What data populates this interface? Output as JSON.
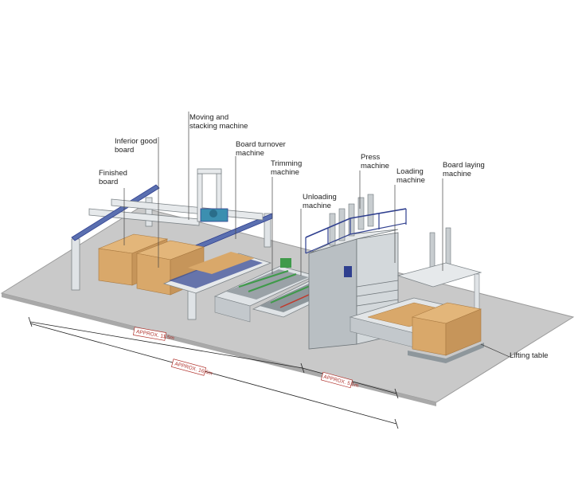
{
  "labels": {
    "finished_board": "Finished\nboard",
    "inferior_good_board": "Inferior good\nboard",
    "moving_and_stacking": "Moving and\nstacking machine",
    "board_turnover": "Board turnover\nmachine",
    "trimming": "Trimming\nmachine",
    "unloading": "Unloading\nmachine",
    "press": "Press\nmachine",
    "loading": "Loading\nmachine",
    "board_laying": "Board laying\nmachine",
    "lifting_table": "Lifting table"
  },
  "dimensions": {
    "d1": "APPROX. 11.5m",
    "d2": "APPROX. 16.6m",
    "d3": "APPROX. 5.1m"
  },
  "colors": {
    "floor": "#c9c9c9",
    "steel": "#d9dde0",
    "steel_dark": "#7d8488",
    "board": "#d9a86a",
    "board_dark": "#b98a4f",
    "blue": "#2f3f8f",
    "green": "#3f9a4a",
    "red": "#c0392b",
    "dim_red": "#b0302a"
  }
}
